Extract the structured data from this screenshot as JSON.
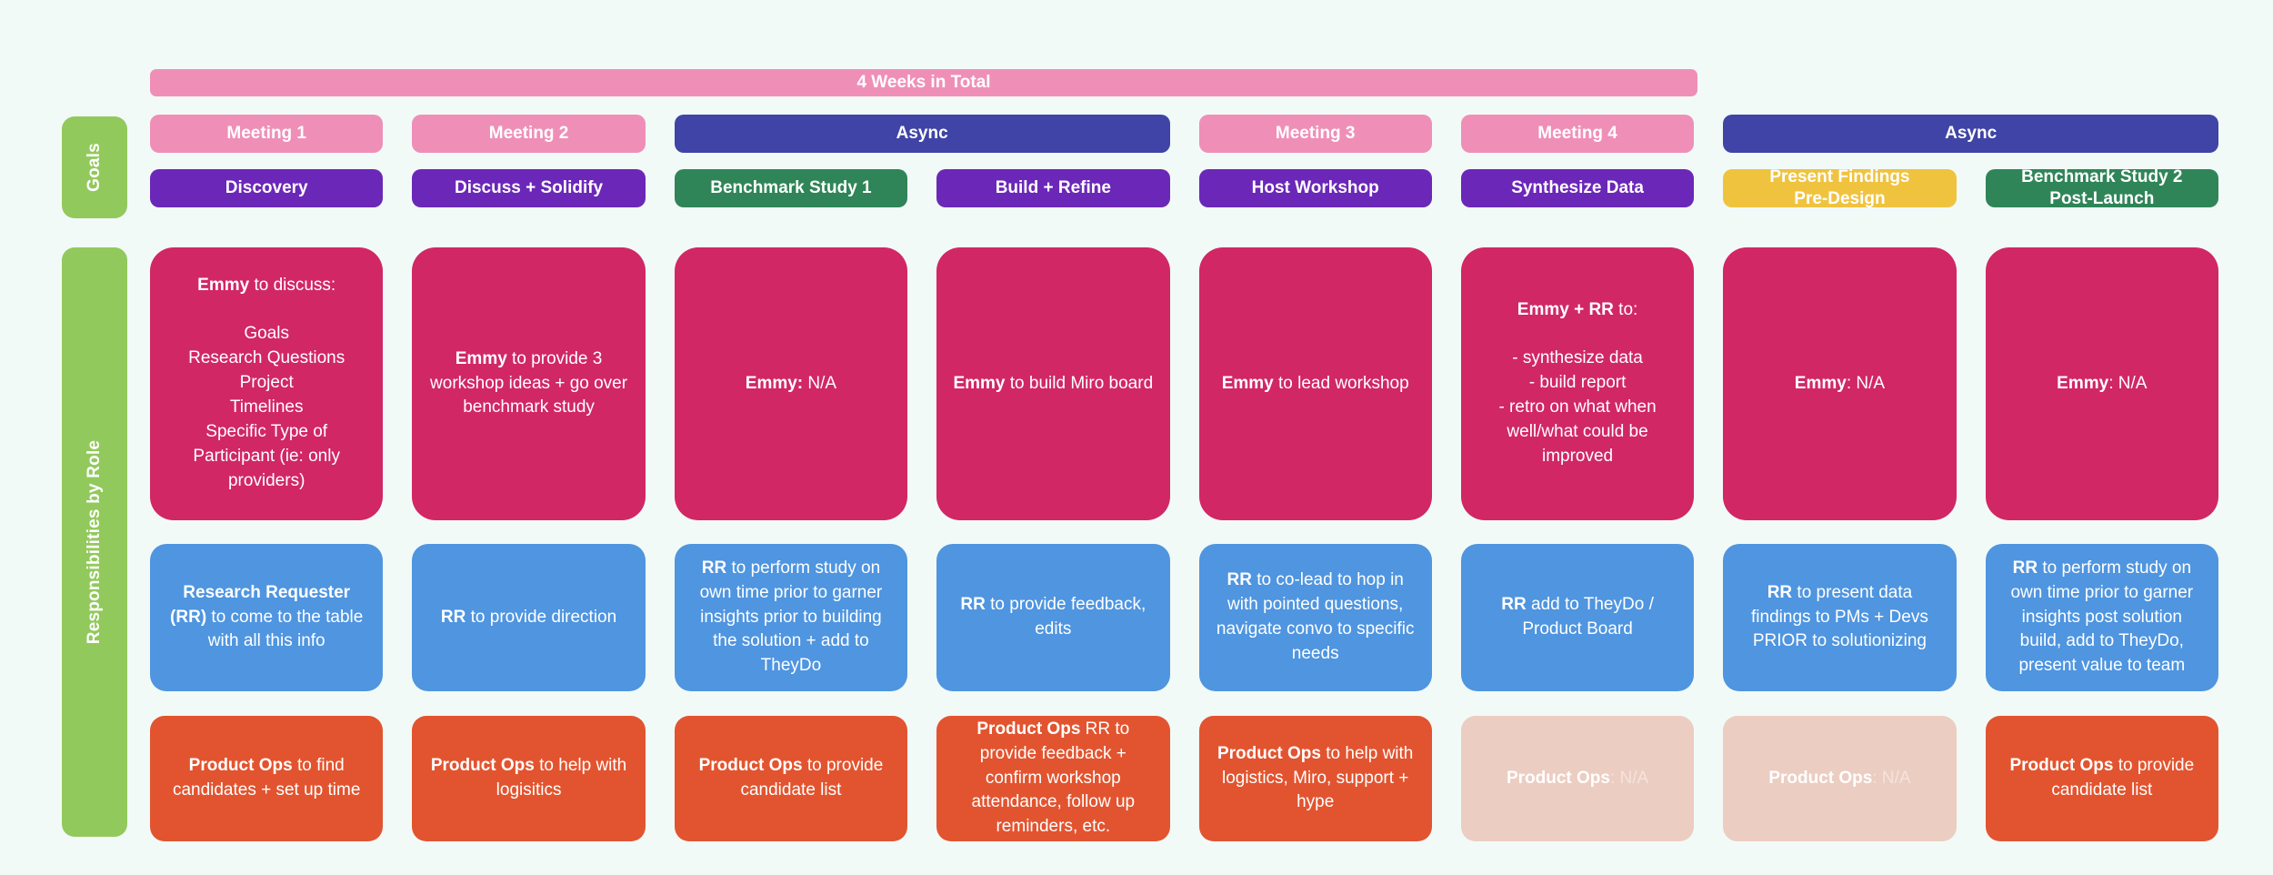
{
  "timeline": {
    "label": "4 Weeks in Total"
  },
  "rails": [
    {
      "key": "goals",
      "label": "Goals"
    },
    {
      "key": "responsibilities",
      "label": "Responsibilities by Role"
    }
  ],
  "colors": {
    "background": "#f2faf7",
    "rail_green": "#92c95c",
    "pink": "#ef8fb8",
    "indigo": "#3f44a6",
    "purple": "#6b27b8",
    "green": "#2f8558",
    "yellow": "#f0c33f",
    "emmy_magenta": "#d12765",
    "rr_blue": "#4f95e0",
    "ops_orange": "#e2542f",
    "ops_muted": "#eccdc2"
  },
  "phase_row": [
    {
      "label": "Meeting 1",
      "color": "pink",
      "span": 1
    },
    {
      "label": "Meeting 2",
      "color": "pink",
      "span": 1
    },
    {
      "label": "Async",
      "color": "indigo",
      "span": 2
    },
    {
      "label": "Meeting 3",
      "color": "pink",
      "span": 1
    },
    {
      "label": "Meeting 4",
      "color": "pink",
      "span": 1
    },
    {
      "label": "Async",
      "color": "indigo",
      "span": 2
    }
  ],
  "goal_row": [
    {
      "label": "Discovery",
      "color": "purple"
    },
    {
      "label": "Discuss + Solidify",
      "color": "purple"
    },
    {
      "label": "Benchmark Study 1",
      "color": "green"
    },
    {
      "label": "Build + Refine",
      "color": "purple"
    },
    {
      "label": "Host Workshop",
      "color": "purple"
    },
    {
      "label": "Synthesize Data",
      "color": "purple"
    },
    {
      "label": "Present Findings\nPre-Design",
      "color": "yellow"
    },
    {
      "label": "Benchmark Study 2\nPost-Launch",
      "color": "green"
    }
  ],
  "emmy_row": [
    {
      "strong": "Emmy",
      "rest": " to discuss:",
      "lines": [
        "Goals",
        "Research Questions",
        "Project",
        "Timelines",
        "Specific Type of",
        "Participant (ie: only",
        "providers)"
      ]
    },
    {
      "strong": "Emmy",
      "rest": " to provide 3 workshop ideas + go over benchmark study",
      "lines": []
    },
    {
      "strong": "Emmy:",
      "rest": " N/A",
      "lines": []
    },
    {
      "strong": "Emmy",
      "rest": " to build Miro board",
      "lines": []
    },
    {
      "strong": "Emmy",
      "rest": " to lead workshop",
      "lines": []
    },
    {
      "strong": "Emmy + RR",
      "rest": " to:",
      "lines": [
        "- synthesize data",
        "- build report",
        "- retro on what when",
        "well/what could be",
        "improved"
      ]
    },
    {
      "strong": "Emmy",
      "rest": ": N/A",
      "lines": []
    },
    {
      "strong": "Emmy",
      "rest": ": N/A",
      "lines": []
    }
  ],
  "rr_row": [
    {
      "strong": "Research Requester (RR)",
      "rest": " to come to the table with all this info"
    },
    {
      "strong": "RR",
      "rest": " to provide direction"
    },
    {
      "strong": "RR",
      "rest": " to perform study on own time prior to garner insights prior to building the solution + add to TheyDo"
    },
    {
      "strong": "RR",
      "rest": " to provide feedback, edits"
    },
    {
      "strong": "RR",
      "rest": " to co-lead to hop in with pointed questions, navigate convo to specific needs"
    },
    {
      "strong": "RR",
      "rest": " add to TheyDo / Product Board"
    },
    {
      "strong": "RR",
      "rest": " to present data findings to PMs + Devs PRIOR to solutionizing"
    },
    {
      "strong": "RR",
      "rest": " to perform study on own time prior to garner insights post solution build, add to TheyDo, present value to team"
    }
  ],
  "ops_row": [
    {
      "strong": "Product Ops",
      "rest": " to find candidates + set up time",
      "muted": false
    },
    {
      "strong": "Product Ops",
      "rest": " to help with logisitics",
      "muted": false
    },
    {
      "strong": "Product Ops",
      "rest": " to provide candidate list",
      "muted": false
    },
    {
      "strong": "Product Ops",
      "rest": " RR to provide feedback + confirm workshop attendance, follow up reminders, etc.",
      "muted": false
    },
    {
      "strong": "Product Ops",
      "rest": " to help with logistics, Miro, support + hype",
      "muted": false
    },
    {
      "strong": "Product Ops",
      "rest": ": N/A",
      "muted": true
    },
    {
      "strong": "Product Ops",
      "rest": ": N/A",
      "muted": true
    },
    {
      "strong": "Product Ops",
      "rest": " to provide candidate list",
      "muted": false
    }
  ]
}
